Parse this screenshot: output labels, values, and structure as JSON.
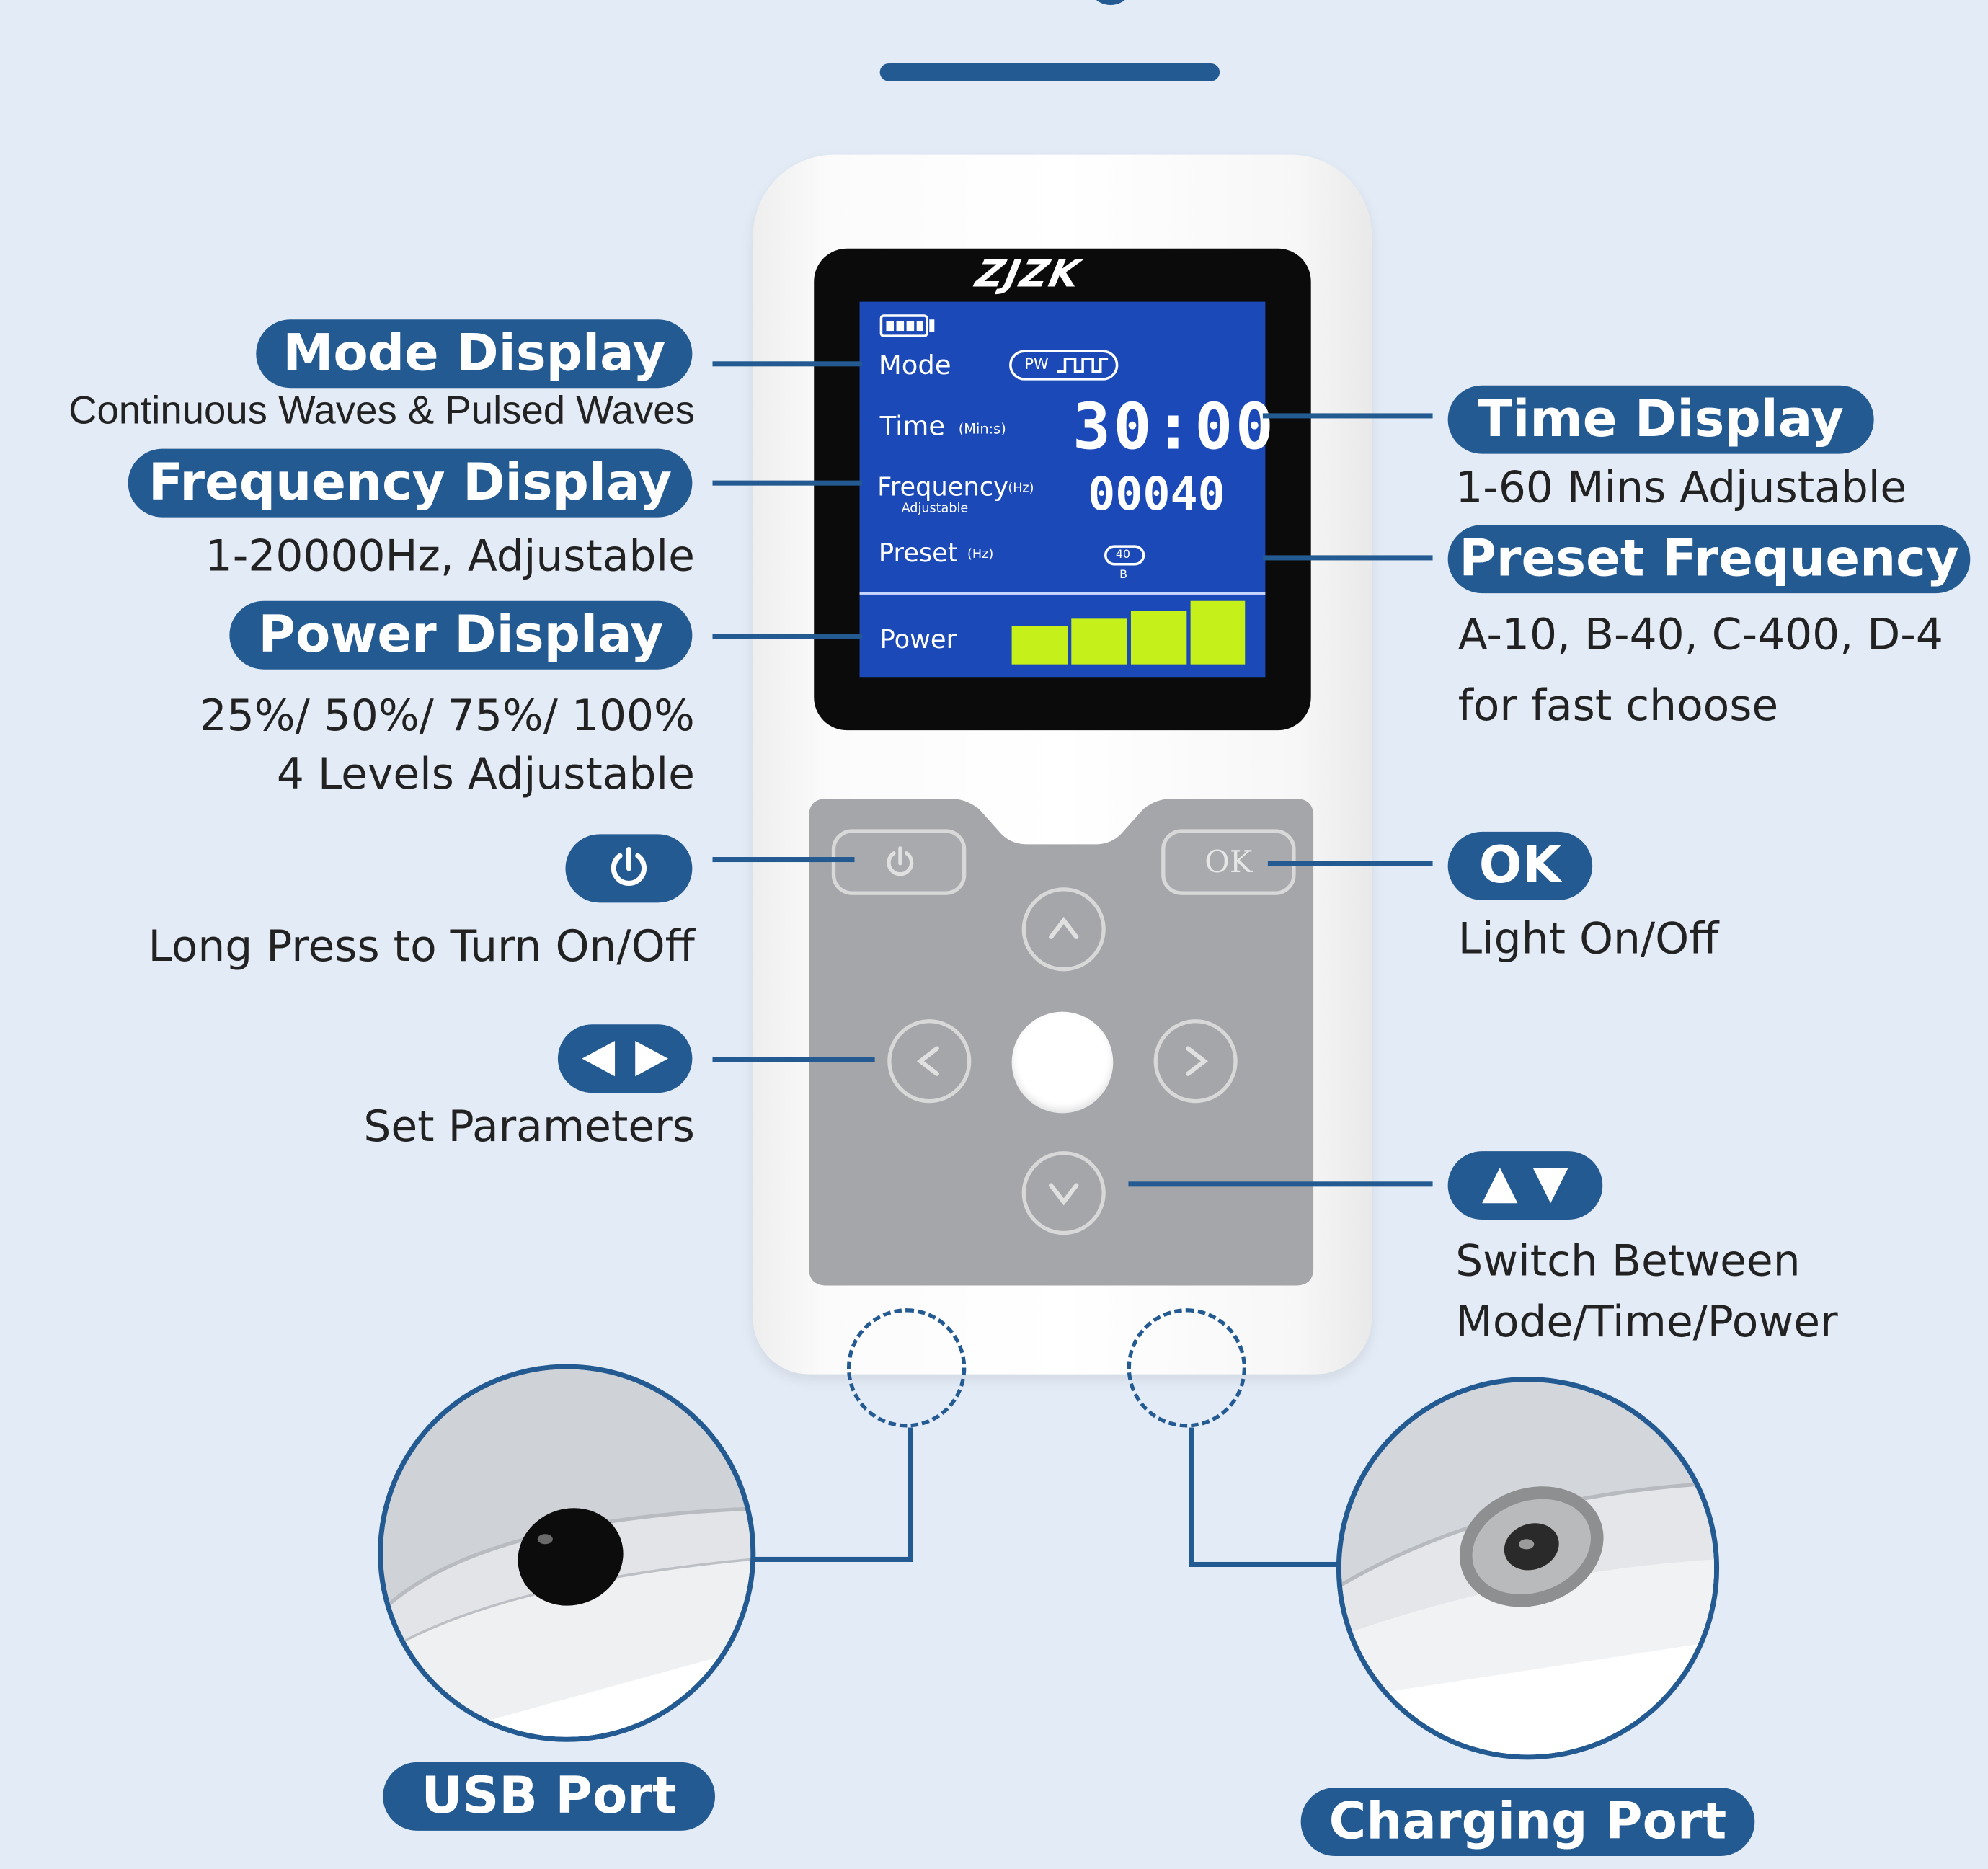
{
  "device": {
    "brand": "ZJZK",
    "lcd": {
      "mode_label": "Mode",
      "mode_badge": "PW",
      "time_label": "Time",
      "time_unit": "(Min:s)",
      "time_value": "30:00",
      "freq_label": "Frequency",
      "freq_unit": "(Hz)",
      "freq_sub": "Adjustable",
      "freq_value": "00040",
      "preset_label": "Preset",
      "preset_unit": "(Hz)",
      "preset_value": "40",
      "preset_letter": "B",
      "power_label": "Power",
      "power_level": 1.0
    },
    "buttons": {
      "ok_label": "OK"
    }
  },
  "labels": {
    "mode": {
      "title": "Mode Display",
      "desc": "Continuous Waves & Pulsed Waves"
    },
    "frequency": {
      "title": "Frequency Display",
      "desc": "1-20000Hz, Adjustable"
    },
    "power": {
      "title": "Power Display",
      "desc_line1": "25%/ 50%/ 75%/ 100%",
      "desc_line2": "4 Levels Adjustable"
    },
    "power_button": {
      "desc": "Long Press to Turn On/Off"
    },
    "left_right": {
      "desc": "Set Parameters"
    },
    "time": {
      "title": "Time Display",
      "desc": "1-60 Mins Adjustable"
    },
    "preset": {
      "title": "Preset Frequency",
      "desc_line1": "A-10, B-40, C-400, D-4",
      "desc_line2": "for fast choose"
    },
    "ok": {
      "title": "OK",
      "desc": "Light On/Off"
    },
    "up_down": {
      "desc_line1": "Switch Between",
      "desc_line2": "Mode/Time/Power"
    },
    "usb": {
      "title": "USB Port"
    },
    "charging": {
      "title": "Charging Port"
    }
  },
  "colors": {
    "accent": "#245a92",
    "background": "#e3ebf6",
    "lcd": "#1b49b8",
    "power_bar": "#c6f01a"
  }
}
